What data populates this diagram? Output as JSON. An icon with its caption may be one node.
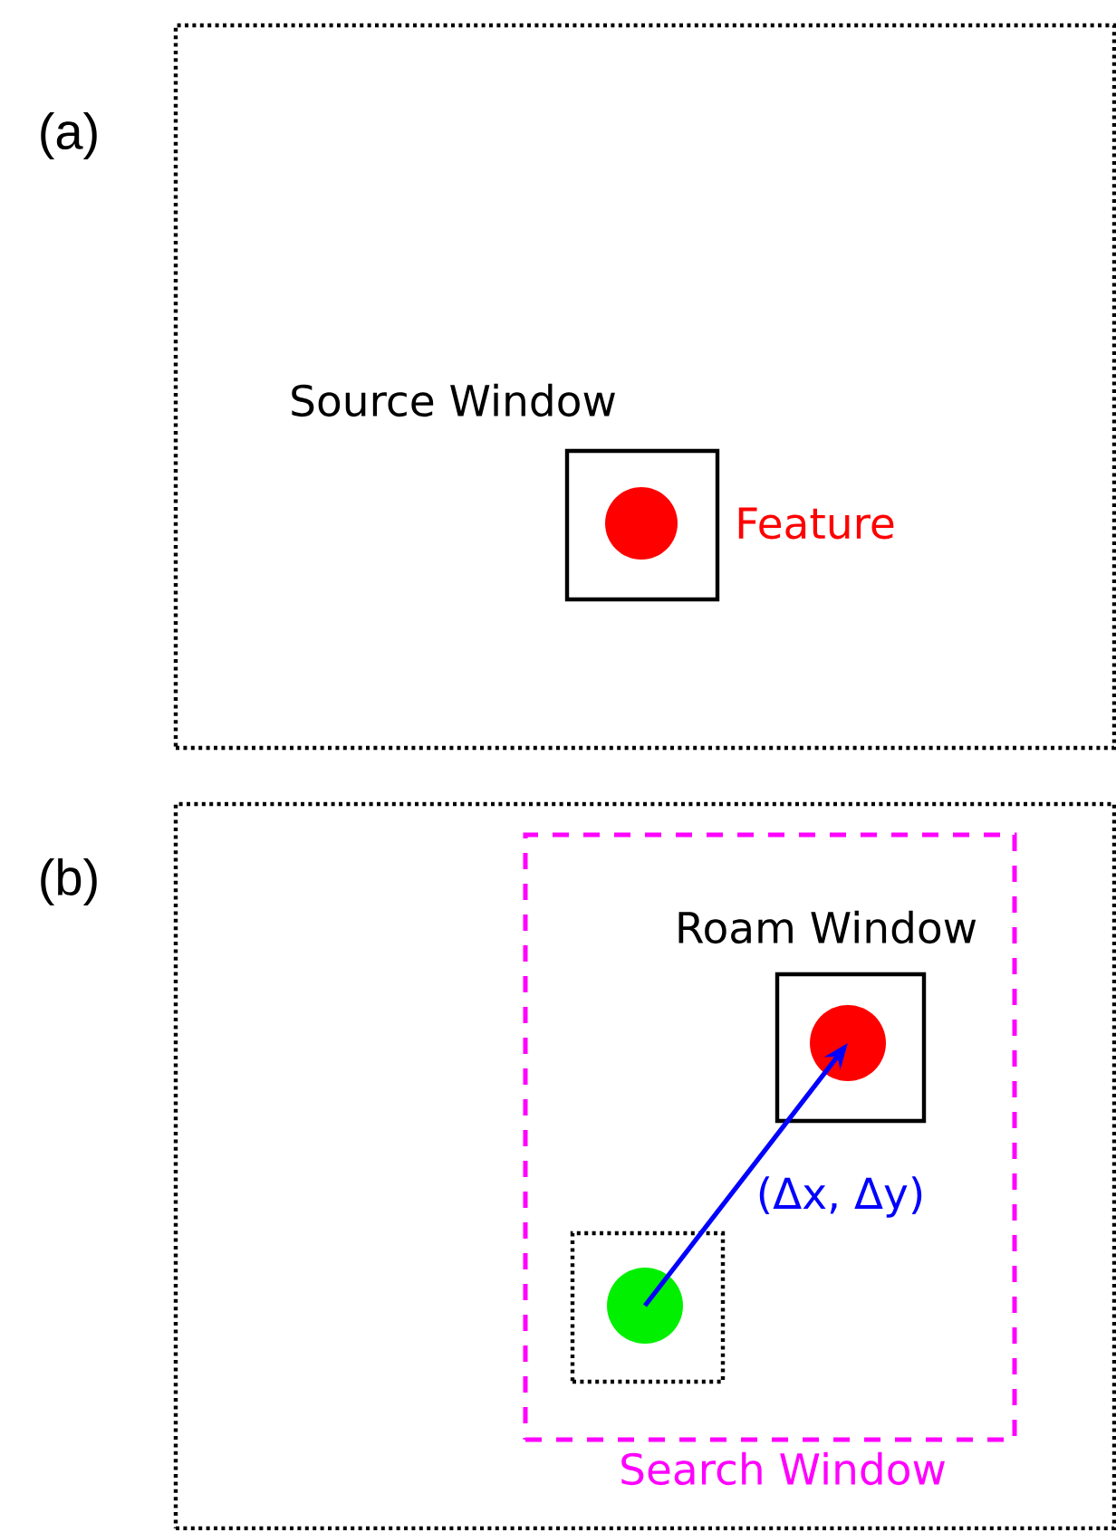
{
  "diagram": {
    "nodes": [
      {
        "text": [],
        "shape": "box"
      },
      {
        "text": [
          "Source Window"
        ],
        "in": 0
      },
      {
        "text": [],
        "shape": "circle",
        "in": 1,
        "beside": [
          "Feature"
        ]
      },
      {
        "text": [],
        "shape": "box"
      },
      {
        "text": [
          "Search Window"
        ],
        "in": 3
      },
      {
        "text": [
          "Roam Window"
        ],
        "in": 4
      },
      {
        "text": [],
        "shape": "circle",
        "in": 5
      },
      {
        "text": [],
        "shape": "box",
        "in": 4
      },
      {
        "text": [],
        "shape": "circle",
        "in": 7
      }
    ],
    "edges": [
      {
        "from": 8,
        "to": 6,
        "arrow": "to",
        "label": "(Δx, Δy)",
        "color": "#0000ff"
      }
    ],
    "labels": [
      "(a)",
      "(b)"
    ]
  }
}
